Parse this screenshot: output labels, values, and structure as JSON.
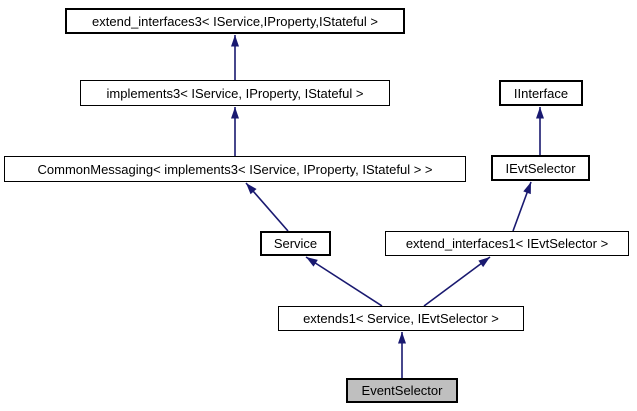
{
  "diagram": {
    "type": "inheritance-graph",
    "colors": {
      "arrow": "#191970",
      "node_border": "#000000",
      "node_fill": "#ffffff",
      "current_node_fill": "#bfbfbf",
      "text": "#000000",
      "background": "#ffffff"
    },
    "nodes": {
      "extend_interfaces3": {
        "label": "extend_interfaces3< IService,IProperty,IStateful >"
      },
      "implements3": {
        "label": "implements3< IService, IProperty, IStateful >"
      },
      "common_messaging": {
        "label": "CommonMessaging< implements3< IService, IProperty, IStateful > >"
      },
      "service": {
        "label": "Service"
      },
      "iinterface": {
        "label": "IInterface"
      },
      "ievtselector": {
        "label": "IEvtSelector"
      },
      "extend_interfaces1": {
        "label": "extend_interfaces1< IEvtSelector >"
      },
      "extends1": {
        "label": "extends1< Service, IEvtSelector >"
      },
      "eventselector": {
        "label": "EventSelector"
      }
    },
    "edges": [
      {
        "from": "implements3",
        "to": "extend_interfaces3",
        "relation": "inherits"
      },
      {
        "from": "common_messaging",
        "to": "implements3",
        "relation": "inherits"
      },
      {
        "from": "service",
        "to": "common_messaging",
        "relation": "inherits"
      },
      {
        "from": "ievtselector",
        "to": "iinterface",
        "relation": "inherits"
      },
      {
        "from": "extend_interfaces1",
        "to": "ievtselector",
        "relation": "inherits"
      },
      {
        "from": "extends1",
        "to": "service",
        "relation": "inherits"
      },
      {
        "from": "extends1",
        "to": "extend_interfaces1",
        "relation": "inherits"
      },
      {
        "from": "eventselector",
        "to": "extends1",
        "relation": "inherits"
      }
    ]
  }
}
